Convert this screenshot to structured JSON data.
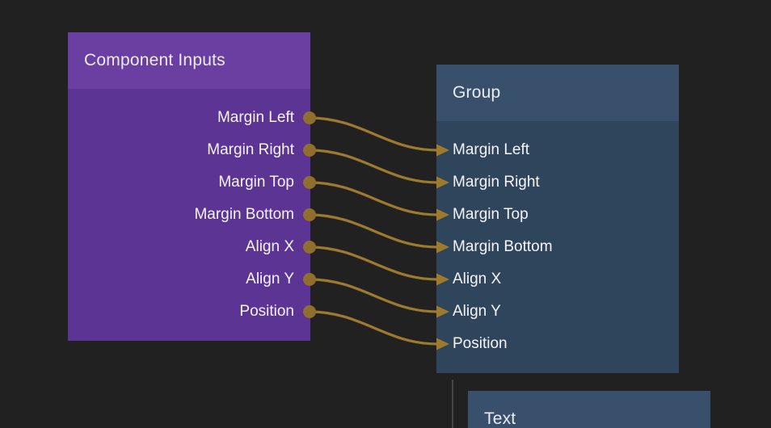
{
  "canvas": {
    "background_color": "#212121",
    "type": "node-graph-editor"
  },
  "nodes": {
    "component_inputs": {
      "title": "Component Inputs",
      "header_color": "#6a3fa1",
      "body_color": "#5c3493",
      "ports_side": "output-right",
      "ports": [
        "Margin Left",
        "Margin Right",
        "Margin Top",
        "Margin Bottom",
        "Align X",
        "Align Y",
        "Position"
      ]
    },
    "group": {
      "title": "Group",
      "header_color": "#38506b",
      "body_color": "#2f455c",
      "ports_side": "input-left",
      "ports": [
        "Margin Left",
        "Margin Right",
        "Margin Top",
        "Margin Bottom",
        "Align X",
        "Align Y",
        "Position"
      ]
    },
    "text": {
      "title": "Text",
      "header_color": "#38506b"
    }
  },
  "connections": {
    "wire_color": "#9c7a2e",
    "port_dot_color": "#8f6f2b",
    "pairs": [
      {
        "from_node": "Component Inputs",
        "from_port": "Margin Left",
        "to_node": "Group",
        "to_port": "Margin Left"
      },
      {
        "from_node": "Component Inputs",
        "from_port": "Margin Right",
        "to_node": "Group",
        "to_port": "Margin Right"
      },
      {
        "from_node": "Component Inputs",
        "from_port": "Margin Top",
        "to_node": "Group",
        "to_port": "Margin Top"
      },
      {
        "from_node": "Component Inputs",
        "from_port": "Margin Bottom",
        "to_node": "Group",
        "to_port": "Margin Bottom"
      },
      {
        "from_node": "Component Inputs",
        "from_port": "Align X",
        "to_node": "Group",
        "to_port": "Align X"
      },
      {
        "from_node": "Component Inputs",
        "from_port": "Align Y",
        "to_node": "Group",
        "to_port": "Align Y"
      },
      {
        "from_node": "Component Inputs",
        "from_port": "Position",
        "to_node": "Group",
        "to_port": "Position"
      }
    ]
  },
  "hierarchy_line": {
    "color": "#454545",
    "connects": "Group to Text"
  }
}
